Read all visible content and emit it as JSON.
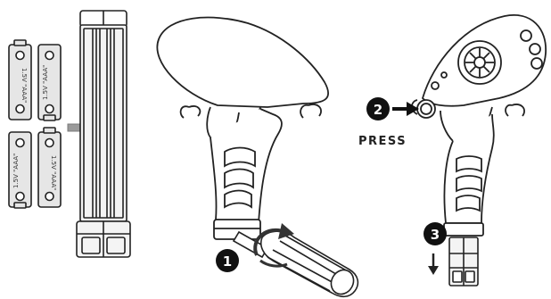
{
  "batteries": [
    {
      "label": "1.5V \"AAA\""
    },
    {
      "label": "1.5V \"AAA\""
    },
    {
      "label": "1.5V \"AAA\""
    },
    {
      "label": "1.5V \"AAA\""
    }
  ],
  "steps": [
    {
      "number": "1"
    },
    {
      "number": "2",
      "caption": "PRESS"
    },
    {
      "number": "3"
    }
  ],
  "colors": {
    "line": "#222222",
    "arrow": "#9a9a9a",
    "marker": "#111111",
    "battery_fill": "#e6e6e6"
  }
}
